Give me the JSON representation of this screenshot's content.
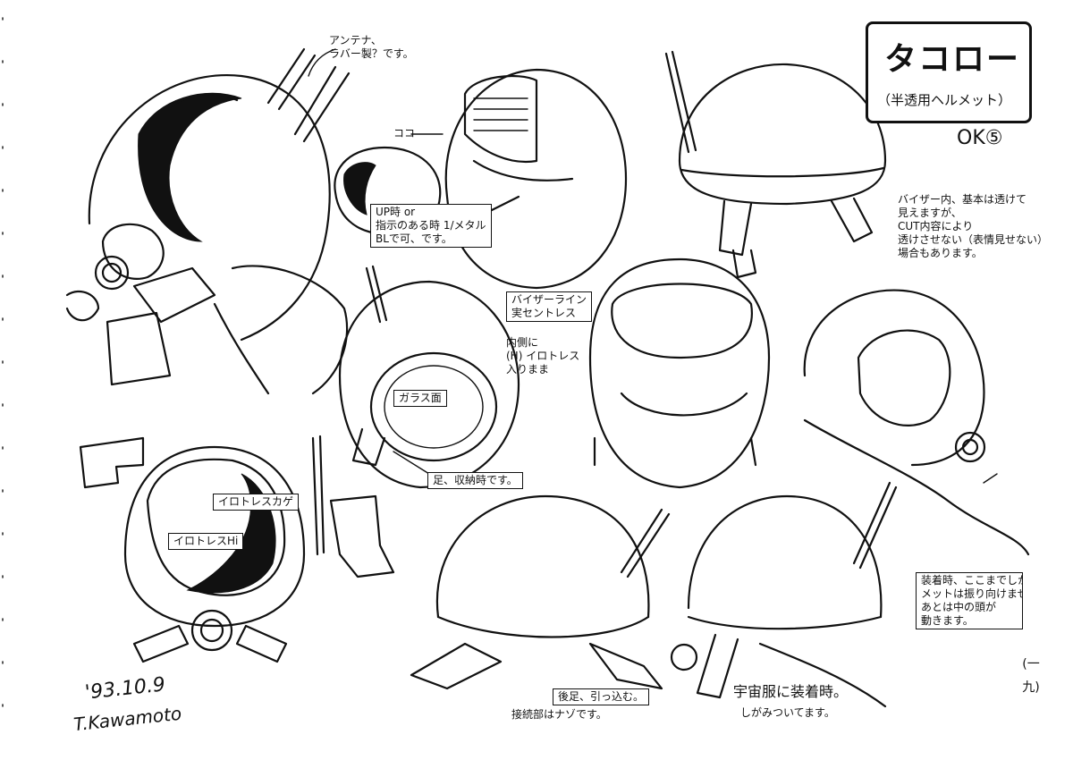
{
  "title": {
    "main": "タコロー",
    "sub": "（半透用ヘルメット）"
  },
  "approval": "OK⑤",
  "notes": {
    "antenna": "アンテナ、\nラバー製？です。",
    "koko": "ココ",
    "up_shot": "UP時 or\n指示のある時 1/メタル\nBLで可、です。",
    "visor_note": "バイザー内、基本は透けて\n見えますが、\nCUT内容により\n透けさせない（表情見せない）\n場合もあります。",
    "visor_line": "バイザーライン\n実セントレス",
    "inner_side": "内側に\n(H) イロトレス\n入りまま",
    "glass": "ガラス面",
    "legs": "足、収納時です。",
    "irotoresu_kage": "イロトレスカゲ",
    "irotoresu_hi": "イロトレスHi",
    "retract": "後足、引っ込む。",
    "joint": "接続部はナゾです。",
    "wearing": "宇宙服に装着時。",
    "clinging": "しがみついてます。",
    "turning": "装着時、ここまでしか\nメットは振り向けませ\nあとは中の頭が\n動きます。"
  },
  "signature": {
    "date": "'93.10.9",
    "name": "T.Kawamoto"
  },
  "page_number": "(一九)"
}
